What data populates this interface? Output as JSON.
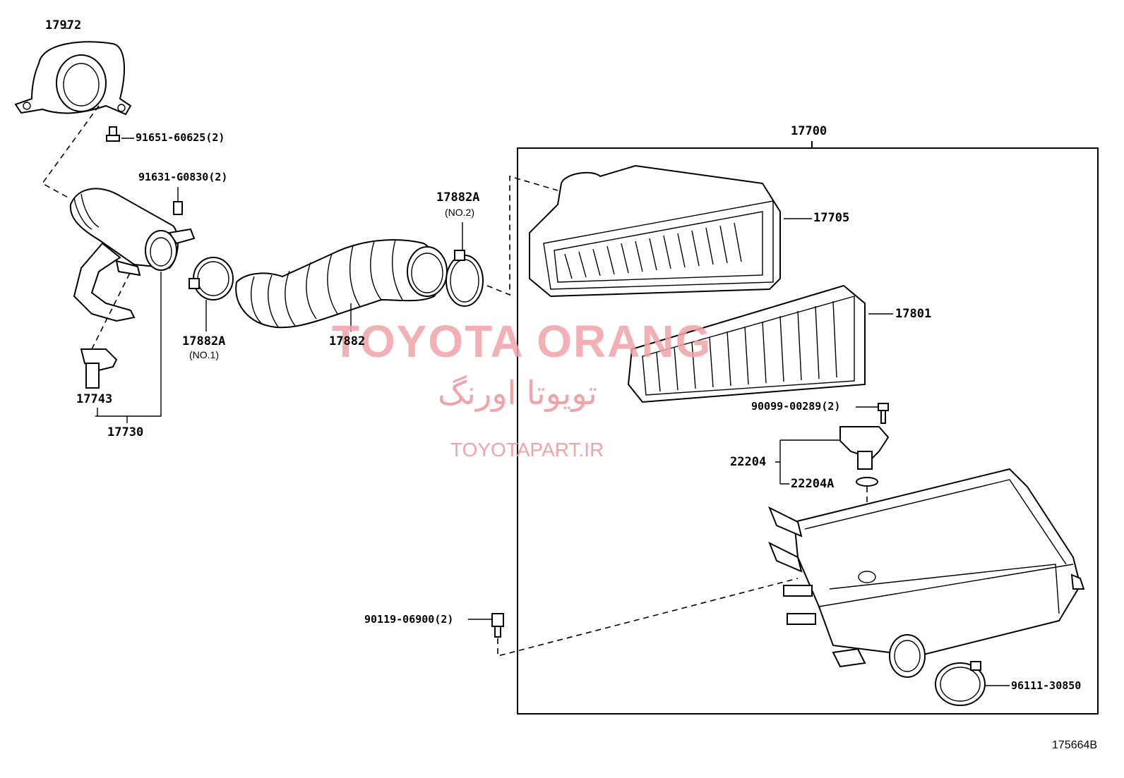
{
  "diagram_code": "175664B",
  "watermark": {
    "main": "TOYOTA ORANG",
    "persian": "تویوتا اورنگ",
    "url": "TOYOTAPART.IR"
  },
  "labels": {
    "p17972": "17972",
    "p91651": "91651-60625(2)",
    "p91631": "91631-G0830(2)",
    "p17882A_no2": "17882A",
    "p17882A_no2_sub": "(NO.2)",
    "p17700": "17700",
    "p17705": "17705",
    "p17801": "17801",
    "p17882A_no1": "17882A",
    "p17882A_no1_sub": "(NO.1)",
    "p17882": "17882",
    "p17743": "17743",
    "p17730": "17730",
    "p90099": "90099-00289(2)",
    "p22204": "22204",
    "p22204A": "22204A",
    "p90119": "90119-06900(2)",
    "p96111": "96111-30850"
  }
}
